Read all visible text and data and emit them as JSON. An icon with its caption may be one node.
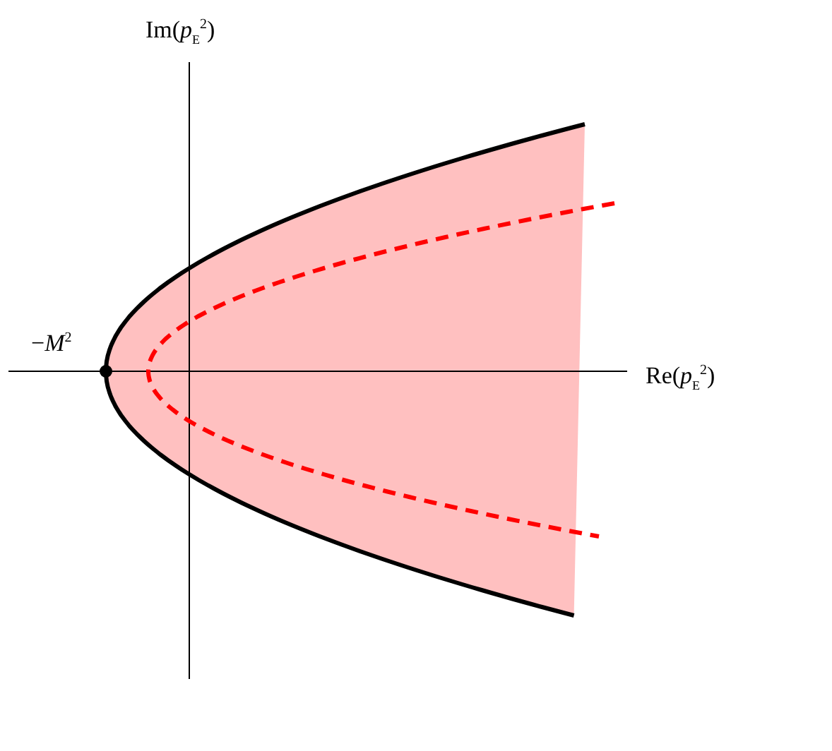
{
  "diagram": {
    "labels": [
      "Im(*p*$_{E}$$^{2}$)",
      "−*M*$^{2}$",
      "Re(*p*$_{E}$$^{2}$)"
    ]
  }
}
